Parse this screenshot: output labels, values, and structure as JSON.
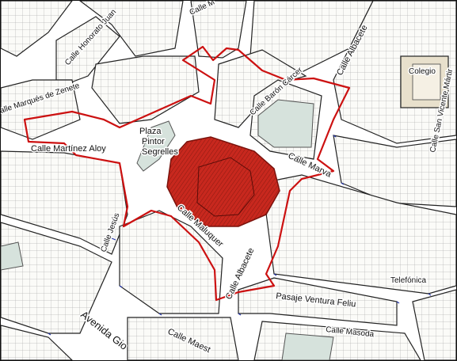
{
  "map": {
    "colors": {
      "background": "#f6f6f4",
      "block_fill": "#fbfbf8",
      "block_stroke": "#222222",
      "building_stroke": "#555555",
      "boundary": "#cc1111",
      "protected_fill": "#c8281e",
      "park_fill": "#d6e2dc",
      "parcel_marks": "#2233aa",
      "street": "#ffffff"
    },
    "labels": {
      "calle_top": "Calle M",
      "calle_honorato_juan": "Calle Honorato Juan",
      "calle_marques_zenete": "alle Marqués de Zenete",
      "calle_martinez_aloy": "Calle Martínez Aloy",
      "plaza_line1": "Plaza",
      "plaza_line2": "Pintor",
      "plaza_line3": "Segrelles",
      "calle_baron_carcer": "Calle Barón Cárcer",
      "calle_albacete_top": "Calle Albacete",
      "colegio": "Colegio",
      "calle_san_vicente": "Calle San Vicente Mártir",
      "calle_marva": "Calle Marva",
      "calle_jesus": "Calle Jesús",
      "calle_maluquer": "Calle Maluquer",
      "calle_albacete_bottom": "Calle Albacete",
      "telefonica": "Telefónica",
      "pasaje_ventura_feliu": "Pasaje Ventura Feliu",
      "calle_masoda": "Calle Masoda",
      "avenida_gio": "Avenida Gio",
      "calle_maest": "Calle Maest"
    }
  }
}
